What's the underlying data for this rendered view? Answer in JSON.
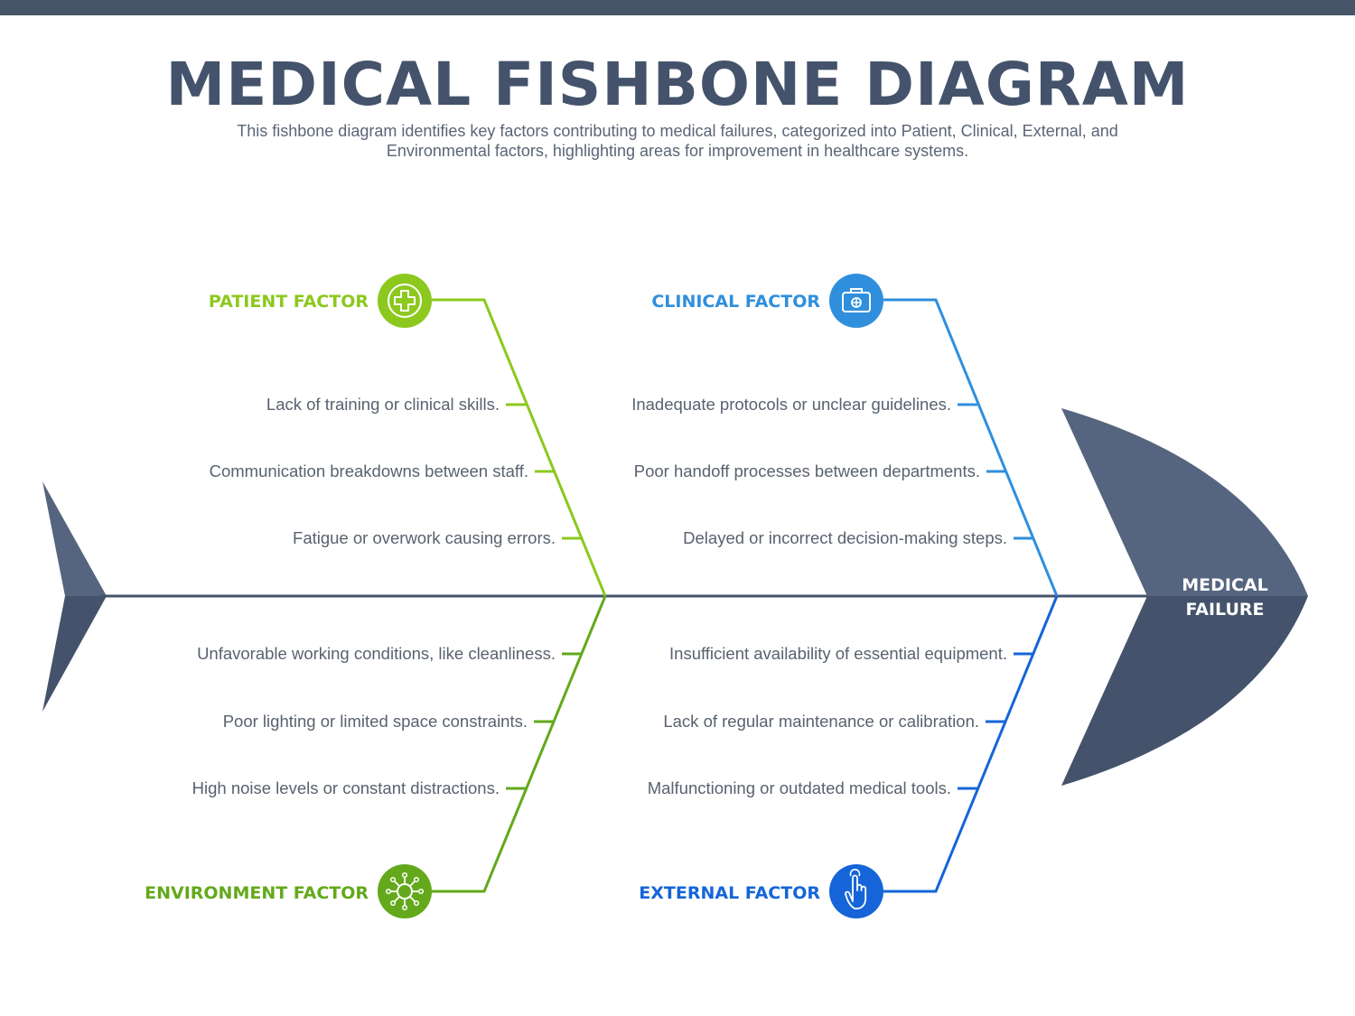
{
  "title": "MEDICAL FISHBONE DIAGRAM",
  "subtitle": "This fishbone diagram identifies key factors contributing to medical failures, categorized into Patient, Clinical, External, and Environmental factors, highlighting areas for improvement in healthcare systems.",
  "head": {
    "line1": "MEDICAL",
    "line2": "FAILURE"
  },
  "colors": {
    "spine": "#44536b",
    "head_top": "#55657f",
    "head_bottom": "#44536b",
    "patient": "#8cc81e",
    "clinical": "#2f8fdd",
    "environment": "#63a91b",
    "external": "#1565d8"
  },
  "categories": {
    "patient": {
      "label": "PATIENT FACTOR",
      "icon": "medical-cross-icon",
      "causes": [
        "Lack of training or clinical skills.",
        "Communication breakdowns between staff.",
        "Fatigue or overwork causing errors."
      ]
    },
    "clinical": {
      "label": "CLINICAL FACTOR",
      "icon": "medical-kit-icon",
      "causes": [
        "Inadequate protocols or unclear guidelines.",
        "Poor handoff processes between departments.",
        "Delayed or incorrect decision-making steps."
      ]
    },
    "environment": {
      "label": "ENVIRONMENT FACTOR",
      "icon": "virus-icon",
      "causes": [
        "Unfavorable working conditions, like cleanliness.",
        "Poor lighting or limited space constraints.",
        "High noise levels or constant distractions."
      ]
    },
    "external": {
      "label": "EXTERNAL FACTOR",
      "icon": "touch-hand-icon",
      "causes": [
        "Insufficient availability of essential equipment.",
        "Lack of regular maintenance or calibration.",
        "Malfunctioning or outdated medical tools."
      ]
    }
  }
}
